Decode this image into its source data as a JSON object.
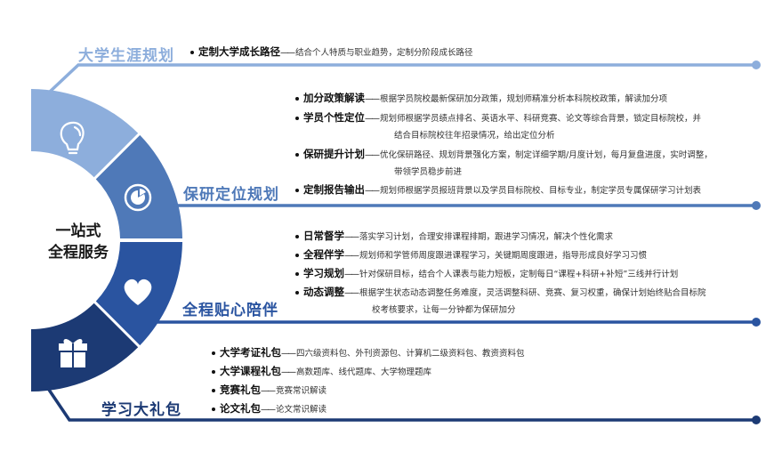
{
  "center": {
    "line1": "一站式",
    "line2": "全程服务"
  },
  "colors": {
    "seg1": "#8daedc",
    "seg2": "#4f79b8",
    "seg3": "#2a54a0",
    "seg4": "#1c3a74"
  },
  "sections": [
    {
      "title": "大学生涯规划",
      "icon": "lightbulb-icon",
      "items": [
        {
          "label": "定制大学成长路径",
          "desc": "结合个人特质与职业趋势，定制分阶段成长路径",
          "cont": ""
        }
      ]
    },
    {
      "title": "保研定位规划",
      "icon": "pie-chart-icon",
      "items": [
        {
          "label": "加分政策解读",
          "desc": "根据学员院校最新保研加分政策，规划师精准分析本科院校政策，解读加分项",
          "cont": ""
        },
        {
          "label": "学员个性定位",
          "desc": "规划师根据学员绩点排名、英语水平、科研竞赛、论文等综合背景，锁定目标院校，并",
          "cont": "结合目标院校往年招录情况，给出定位分析"
        },
        {
          "label": "保研提升计划",
          "desc": "优化保研路径、规划背景强化方案，制定详细学期/月度计划，每月复盘进度，实时调整，",
          "cont": "带领学员稳步前进"
        },
        {
          "label": "定制报告输出",
          "desc": "规划师根据学员报班背景以及学员目标院校、目标专业，制定学员专属保研学习计划表",
          "cont": ""
        }
      ]
    },
    {
      "title": "全程贴心陪伴",
      "icon": "heart-icon",
      "items": [
        {
          "label": "日常督学",
          "desc": "落实学习计划，合理安排课程排期，跟进学习情况，解决个性化需求",
          "cont": ""
        },
        {
          "label": "全程伴学",
          "desc": "规划师和学管师周度跟进课程学习，关键期周度跟进，指导形成良好学习习惯",
          "cont": ""
        },
        {
          "label": "学习规划",
          "desc": "针对保研目标，结合个人课表与能力短板，定制每日“课程+科研+补短”三线并行计划",
          "cont": ""
        },
        {
          "label": "动态调整",
          "desc": "根据学生状态动态调整任务难度，灵活调整科研、竞赛、复习权重，确保计划始终贴合目标院",
          "cont": "校考核要求，让每一分钟都为保研加分"
        }
      ]
    },
    {
      "title": "学习大礼包",
      "icon": "gift-icon",
      "items": [
        {
          "label": "大学考证礼包",
          "desc": "四六级资料包、外刊资源包、计算机二级资料包、教资资料包",
          "cont": ""
        },
        {
          "label": "大学课程礼包",
          "desc": "高数题库、线代题库、大学物理题库",
          "cont": ""
        },
        {
          "label": "竞赛礼包",
          "desc": "竞赛常识解读",
          "cont": ""
        },
        {
          "label": "论文礼包",
          "desc": "论文常识解读",
          "cont": ""
        }
      ]
    }
  ],
  "dash": "——"
}
